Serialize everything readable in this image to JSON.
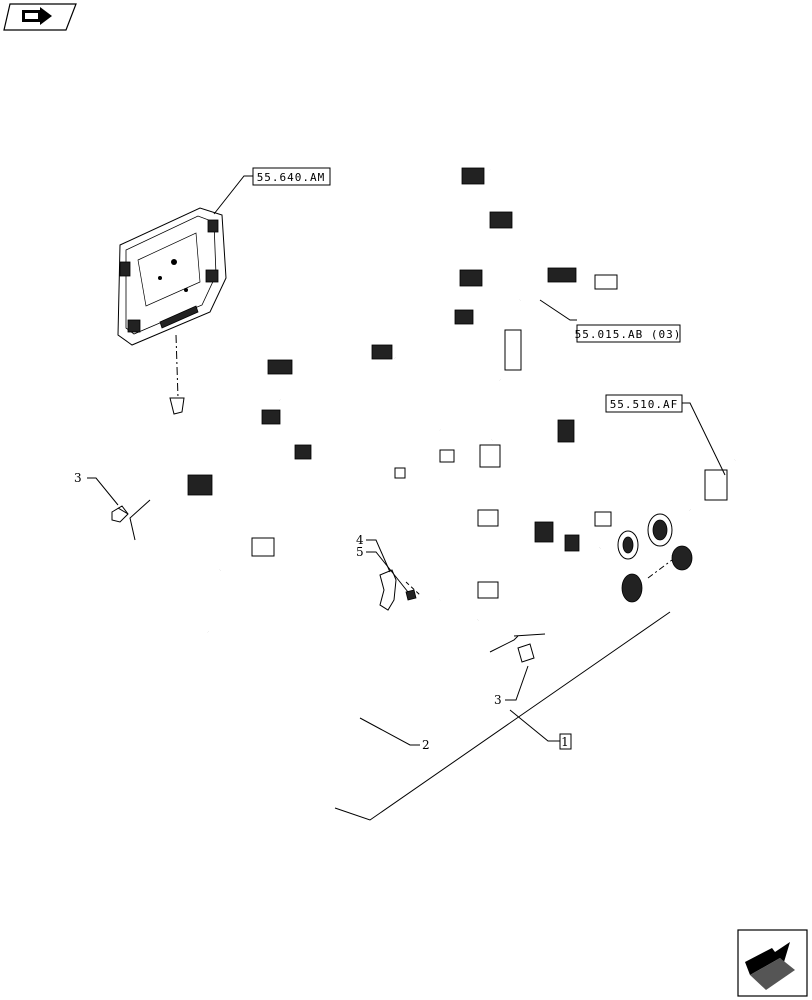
{
  "references": {
    "ref_ecu": "55.640.AM",
    "ref_upper": "55.015.AB (03)",
    "ref_right": "55.510.AF"
  },
  "callouts": {
    "item_1": "1",
    "item_2": "2",
    "item_3_left": "3",
    "item_3_bottom": "3",
    "item_4": "4",
    "item_5": "5"
  },
  "icons": {
    "top_left": "book-arrow-icon",
    "bottom_right": "next-page-arrow-icon"
  }
}
